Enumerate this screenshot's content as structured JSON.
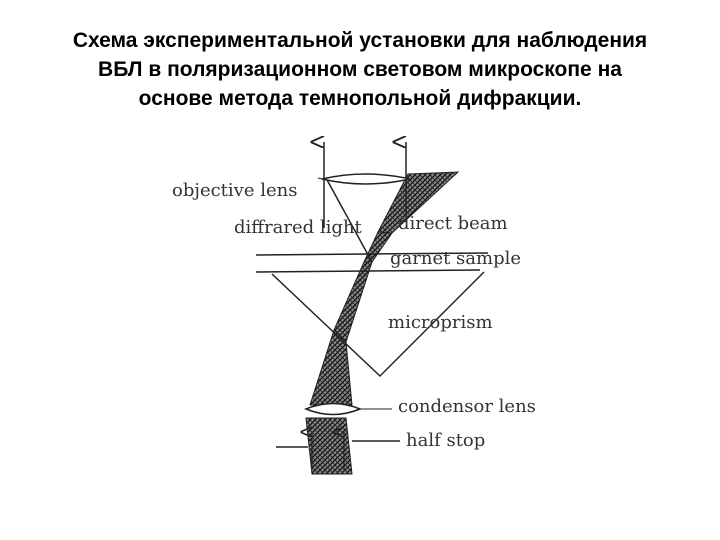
{
  "title": {
    "line1": "Схема экспериментальной установки для наблюдения",
    "line2": "ВБЛ в поляризационном световом микроскопе на",
    "line3": "основе метода темнопольной дифракции."
  },
  "diagram": {
    "labels": {
      "objective_lens": "objective lens",
      "diffracted_light": "diffrared light",
      "direct_beam": "direct beam",
      "garnet_sample": "garnet sample",
      "microprism": "microprism",
      "condensor_lens": "condensor lens",
      "half_stop": "half stop"
    },
    "colors": {
      "line": "#222222",
      "text": "#333333",
      "beam_fill": "#555555",
      "background": "#ffffff"
    }
  }
}
